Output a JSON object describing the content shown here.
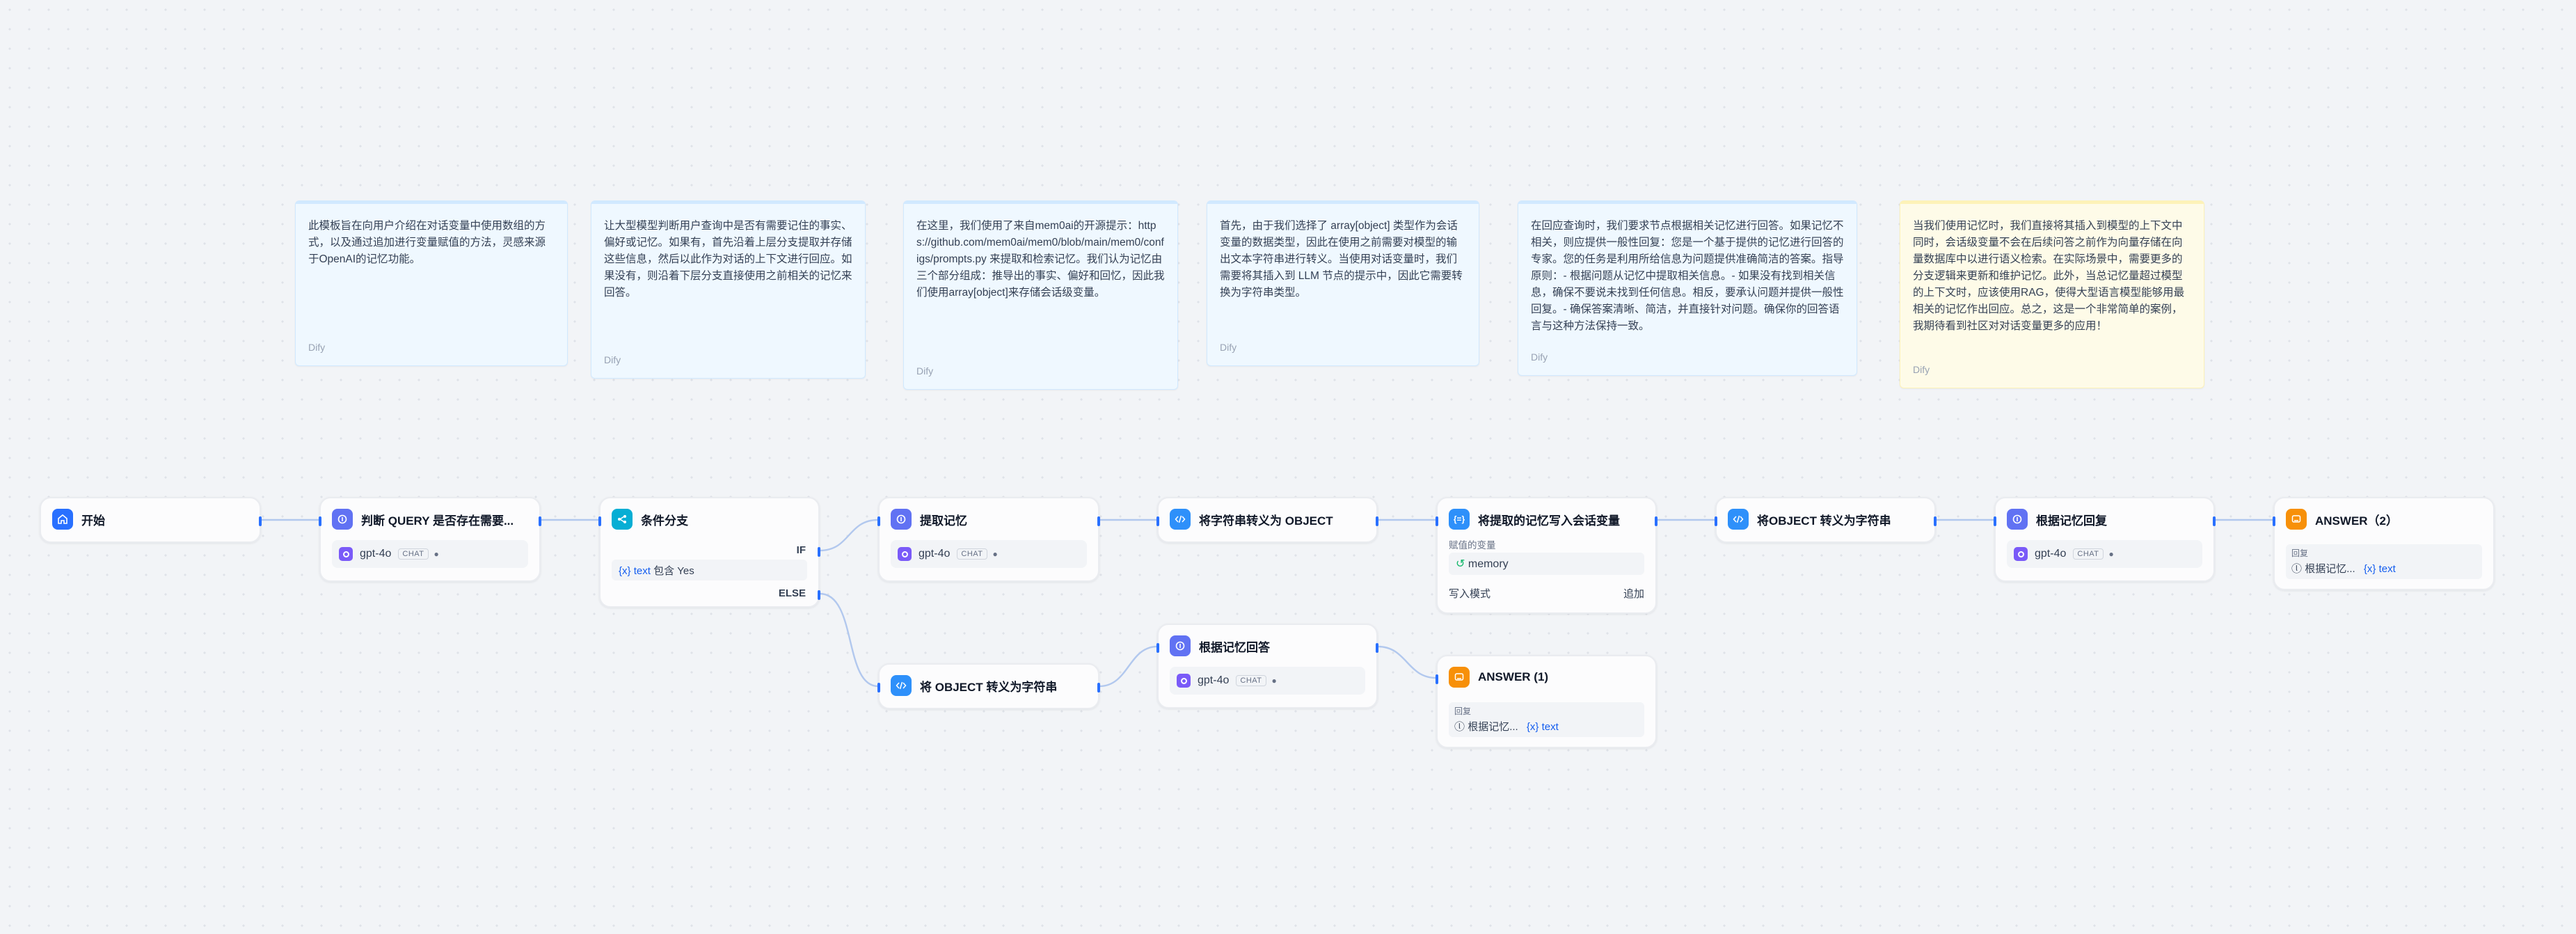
{
  "notes": [
    {
      "text": "此模板旨在向用户介绍在对话变量中使用数组的方式，以及通过追加进行变量赋值的方法，灵感来源于OpenAI的记忆功能。",
      "author": "Dify"
    },
    {
      "text": "让大型模型判断用户查询中是否有需要记住的事实、偏好或记忆。如果有，首先沿着上层分支提取并存储这些信息，然后以此作为对话的上下文进行回应。如果没有，则沿着下层分支直接使用之前相关的记忆来回答。",
      "author": "Dify"
    },
    {
      "text": "在这里，我们使用了来自mem0ai的开源提示：https://github.com/mem0ai/mem0/blob/main/mem0/configs/prompts.py 来提取和检索记忆。我们认为记忆由三个部分组成：推导出的事实、偏好和回忆，因此我们使用array[object]来存储会话级变量。",
      "author": "Dify"
    },
    {
      "text": "首先，由于我们选择了 array[object] 类型作为会话变量的数据类型，因此在使用之前需要对模型的输出文本字符串进行转义。当使用对话变量时，我们需要将其插入到 LLM 节点的提示中，因此它需要转换为字符串类型。",
      "author": "Dify"
    },
    {
      "text": "在回应查询时，我们要求节点根据相关记忆进行回答。如果记忆不相关，则应提供一般性回复：您是一个基于提供的记忆进行回答的专家。您的任务是利用所给信息为问题提供准确简洁的答案。指导原则：- 根据问题从记忆中提取相关信息。- 如果没有找到相关信息，确保不要说未找到任何信息。相反，要承认问题并提供一般性回复。- 确保答案清晰、简洁，并直接针对问题。确保你的回答语言与这种方法保持一致。",
      "author": "Dify"
    },
    {
      "text": "当我们使用记忆时，我们直接将其插入到模型的上下文中同时，会话级变量不会在后续问答之前作为向量存储在向量数据库中以进行语义检索。在实际场景中，需要更多的分支逻辑来更新和维护记忆。此外，当总记忆量超过模型的上下文时，应该使用RAG，使得大型语言模型能够用最相关的记忆作出回应。总之，这是一个非常简单的案例，我期待看到社区对对话变量更多的应用！",
      "author": "Dify"
    }
  ],
  "nodes": {
    "start": {
      "title": "开始",
      "icon": "home-icon"
    },
    "judge": {
      "title": "判断 QUERY 是否存在需要...",
      "icon": "llm-icon",
      "model": "gpt-4o",
      "mode": "CHAT"
    },
    "ifelse": {
      "title": "条件分支",
      "icon": "branch-icon",
      "if_label": "IF",
      "else_label": "ELSE",
      "cond_var": "text",
      "cond_op": "包含",
      "cond_value": "Yes"
    },
    "extract": {
      "title": "提取记忆",
      "icon": "llm-icon",
      "model": "gpt-4o",
      "mode": "CHAT"
    },
    "str2obj": {
      "title": "将字符串转义为 OBJECT",
      "icon": "code-icon"
    },
    "assign": {
      "title": "将提取的记忆写入会话变量",
      "icon": "assigner-icon",
      "var_label": "赋值的变量",
      "var_name": "memory",
      "mode_label": "写入模式",
      "mode_value": "追加"
    },
    "obj2str": {
      "title": "将OBJECT 转义为字符串",
      "icon": "code-icon"
    },
    "reply_mem": {
      "title": "根据记忆回复",
      "icon": "llm-icon",
      "model": "gpt-4o",
      "mode": "CHAT"
    },
    "answer2": {
      "title": "ANSWER（2）",
      "icon": "answer-icon",
      "label": "回复",
      "ref_node": "根据记忆...",
      "ref_var": "text"
    },
    "obj2str_b": {
      "title": "将 OBJECT 转义为字符串",
      "icon": "code-icon"
    },
    "answer_mem": {
      "title": "根据记忆回答",
      "icon": "llm-icon",
      "model": "gpt-4o",
      "mode": "CHAT"
    },
    "answer1": {
      "title": "ANSWER (1)",
      "icon": "answer-icon",
      "label": "回复",
      "ref_node": "根据记忆...",
      "ref_var": "text"
    }
  }
}
